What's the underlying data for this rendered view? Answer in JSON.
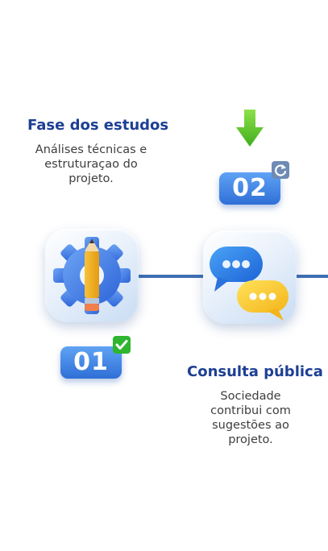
{
  "steps": [
    {
      "number": "01",
      "title": "Fase dos estudos",
      "description": [
        "Análises técnicas e",
        "estruturaçao do",
        "projeto."
      ],
      "icon": "gear-pencil-icon",
      "status_icon": "check-mark-icon",
      "status_color": "#2fb52f"
    },
    {
      "number": "02",
      "title": "Consulta pública",
      "description": [
        "Sociedade",
        "contribui com",
        "sugestões ao",
        "projeto."
      ],
      "icon": "chat-bubbles-icon",
      "status_icon": "refresh-icon",
      "status_color": "#6e8bb6"
    }
  ],
  "current_step_indicator": "arrow-down-icon",
  "colors": {
    "title": "#1d3f94",
    "badge": "#3b7fe3",
    "timeline": "#3f6fb3",
    "arrow": "#5cc92a"
  }
}
